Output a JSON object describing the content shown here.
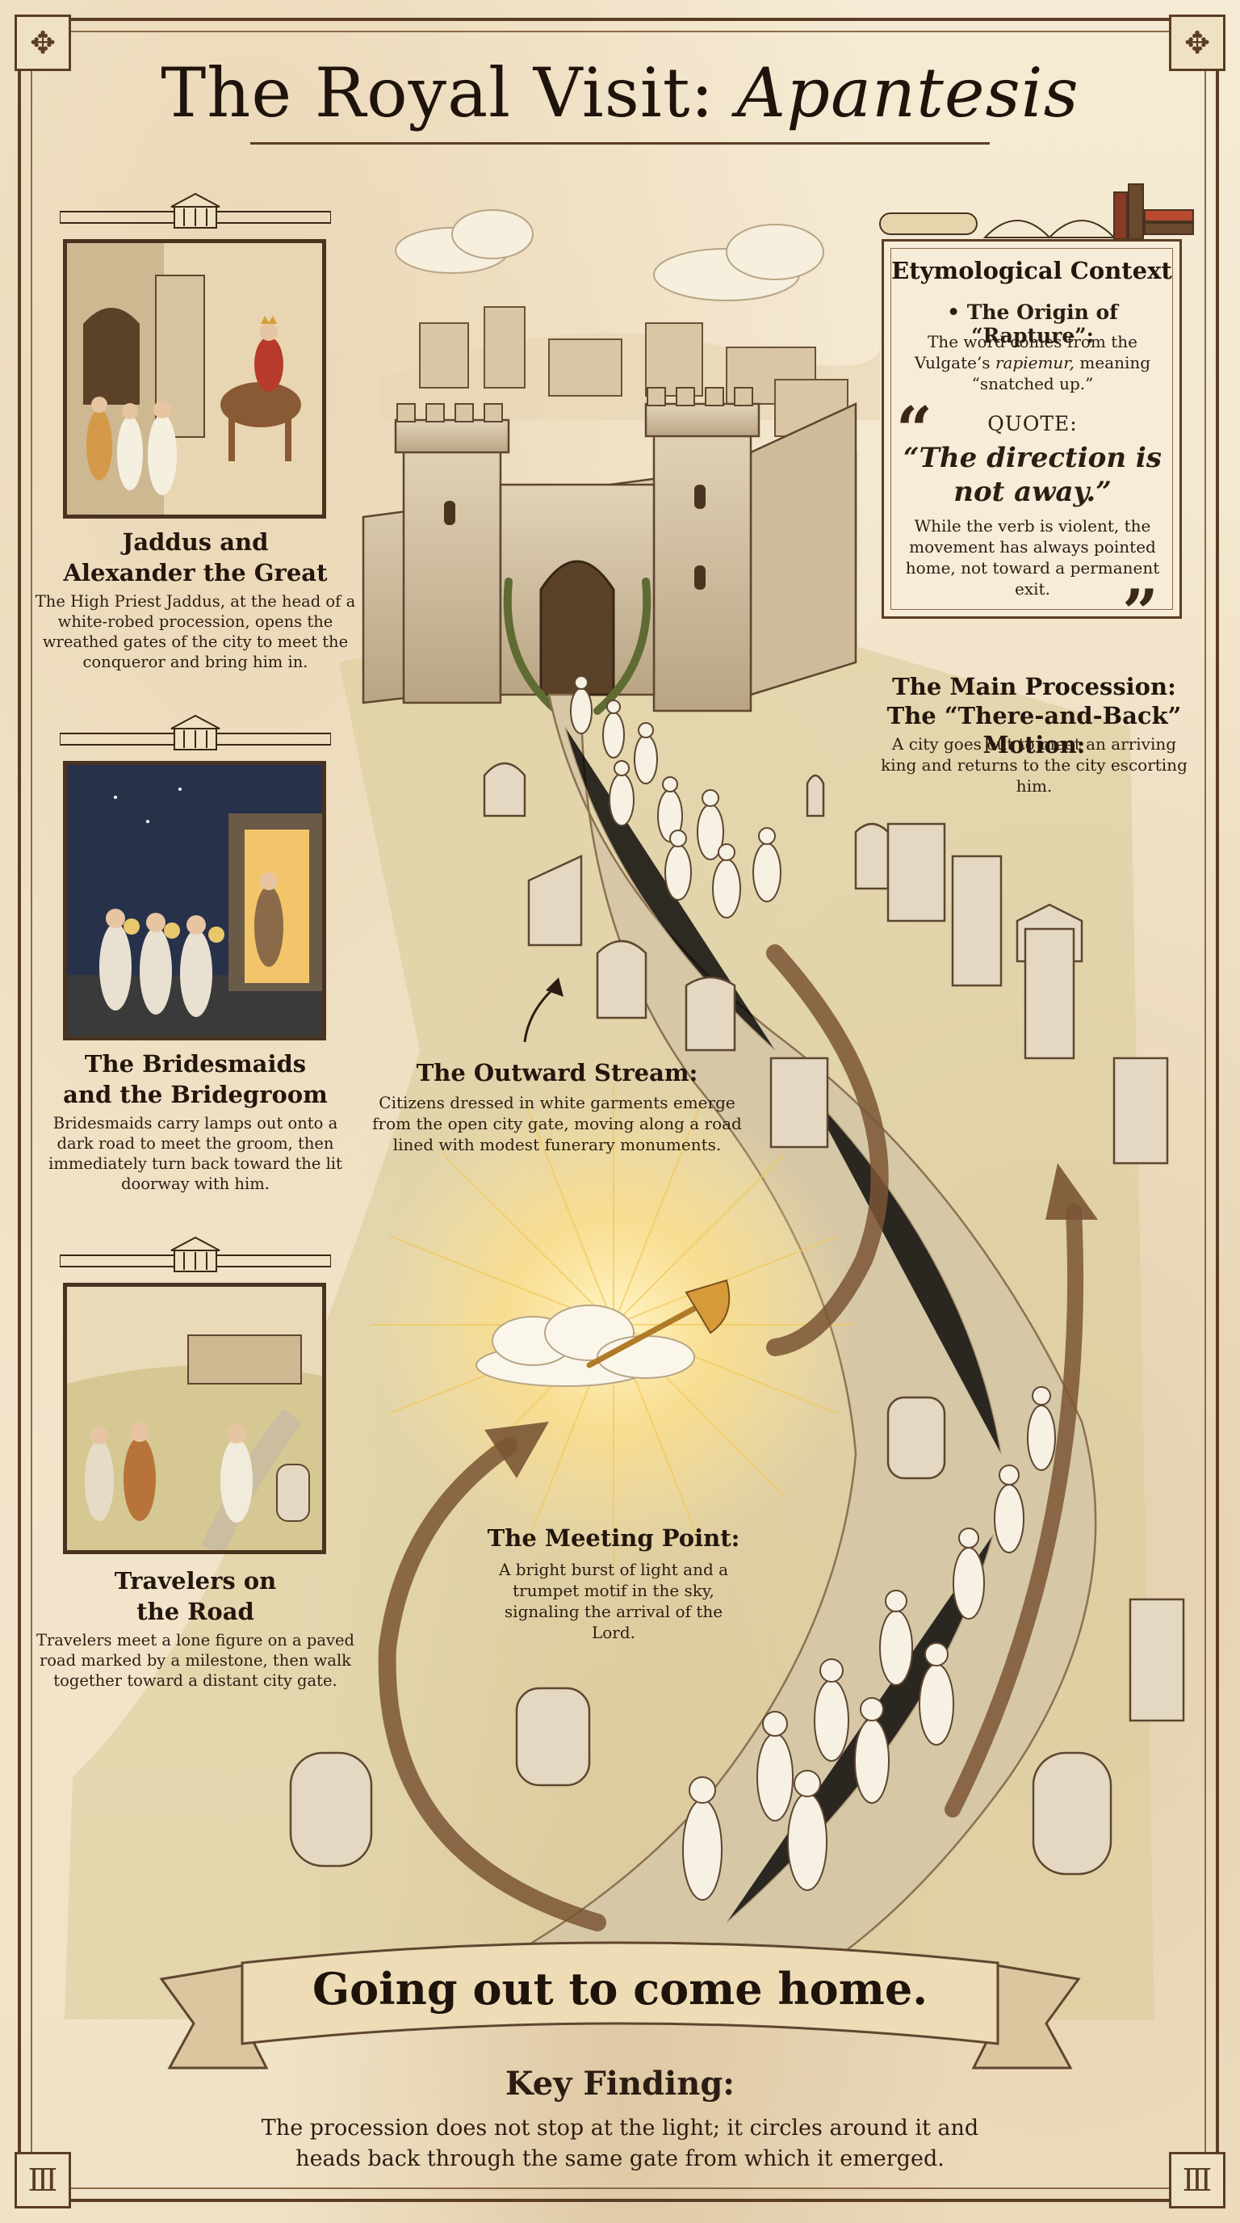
{
  "title": {
    "main": "The Royal Visit: ",
    "italic": "Apantesis"
  },
  "panels": [
    {
      "title_line1": "Jaddus and",
      "title_line2": "Alexander the Great",
      "body": "The High Priest Jaddus, at the head of a white-robed procession, opens the wreathed gates of the city to meet the conqueror and bring him in."
    },
    {
      "title_line1": "The Bridesmaids",
      "title_line2": "and the Bridegroom",
      "body": "Bridesmaids carry lamps out onto a dark road to meet the groom, then immediately turn back toward the lit doorway with him."
    },
    {
      "title_line1": "Travelers on",
      "title_line2": "the Road",
      "body": "Travelers meet a lone figure on a paved road marked by a milestone, then walk together toward a distant city gate."
    }
  ],
  "etymology": {
    "title": "Etymological Context",
    "subtitle": "• The Origin of “Rapture”:",
    "body_before": "The word comes from the Vulgate’s ",
    "body_italic": "rapiemur,",
    "body_after": " meaning “snatched up.”",
    "quote_label": "QUOTE:",
    "quote": "“The direction is not away.”",
    "note": "While the verb is violent, the movement has always pointed home, not toward a permanent exit."
  },
  "main_procession": {
    "title_line1": "The Main Procession:",
    "title_line2": "The “There-and-Back” Motion:",
    "body": "A city goes out to meet an arriving king and returns to the city escorting him."
  },
  "outward_stream": {
    "title": "The Outward Stream:",
    "body": "Citizens dressed in white garments emerge from the open city gate, moving along a road lined with modest funerary monuments."
  },
  "meeting_point": {
    "title": "The Meeting Point:",
    "body": "A bright burst of light and a trumpet motif in the sky, signaling the arrival of the Lord."
  },
  "banner": "Going out to come home.",
  "key_finding": {
    "title": "Key Finding:",
    "body": "The procession does not stop at the light; it circles around it and heads back through the same gate from which it emerged."
  },
  "icons": [
    "temple-icon",
    "scroll-icon",
    "books-icon",
    "trumpet-icon",
    "cloud-icon",
    "quote-open-icon",
    "quote-close-icon"
  ],
  "colors": {
    "ink": "#2b1d12",
    "frame": "#5a3d24",
    "parchment": "#f3e7cf",
    "arrow": "#7a5535",
    "light": "#ffe9a0"
  }
}
